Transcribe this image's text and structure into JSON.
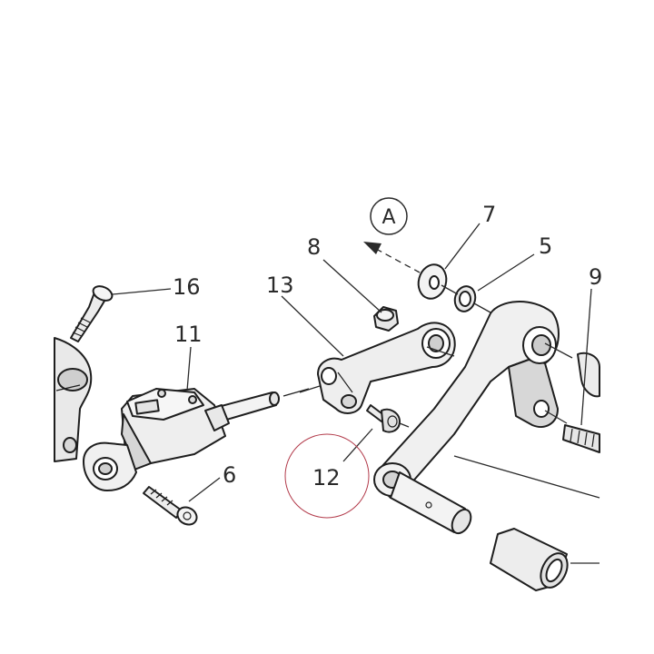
{
  "diagram": {
    "callouts": [
      {
        "id": "A",
        "text": "A"
      },
      {
        "id": "p7",
        "text": "7"
      },
      {
        "id": "p5",
        "text": "5"
      },
      {
        "id": "p8",
        "text": "8"
      },
      {
        "id": "p9",
        "text": "9"
      },
      {
        "id": "p13",
        "text": "13"
      },
      {
        "id": "p16",
        "text": "16"
      },
      {
        "id": "p11",
        "text": "11"
      },
      {
        "id": "p6",
        "text": "6"
      },
      {
        "id": "p12",
        "text": "12"
      }
    ],
    "colors": {
      "line": "#2a2a2a",
      "part_fill": "#f2f2f2",
      "part_shadow": "#c9c9c9",
      "highlight_circle": "#b23a4a"
    }
  }
}
